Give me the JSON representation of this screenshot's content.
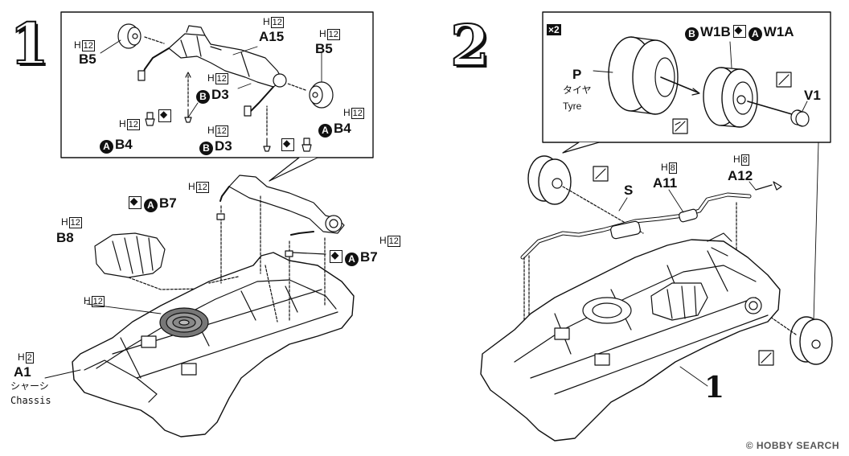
{
  "step1": {
    "number": "1",
    "labels": {
      "h12": "12",
      "h2": "2",
      "h_prefix": "H",
      "a15": "A15",
      "b5": "B5",
      "d3": "D3",
      "b4": "B4",
      "b7": "B7",
      "b8": "B8",
      "a1": "A1",
      "a1_jp": "シャーシ",
      "a1_en": "Chassis",
      "circle_a": "A",
      "circle_b": "B"
    }
  },
  "step2": {
    "number": "2",
    "labels": {
      "x2": "×2",
      "w1b": "W1B",
      "w1a": "W1A",
      "p": "P",
      "p_jp": "タイヤ",
      "p_en": "Tyre",
      "v1": "V1",
      "s": "S",
      "a11": "A11",
      "a12": "A12",
      "h8": "8",
      "ref1": "1"
    }
  },
  "watermark": "© HOBBY SEARCH"
}
